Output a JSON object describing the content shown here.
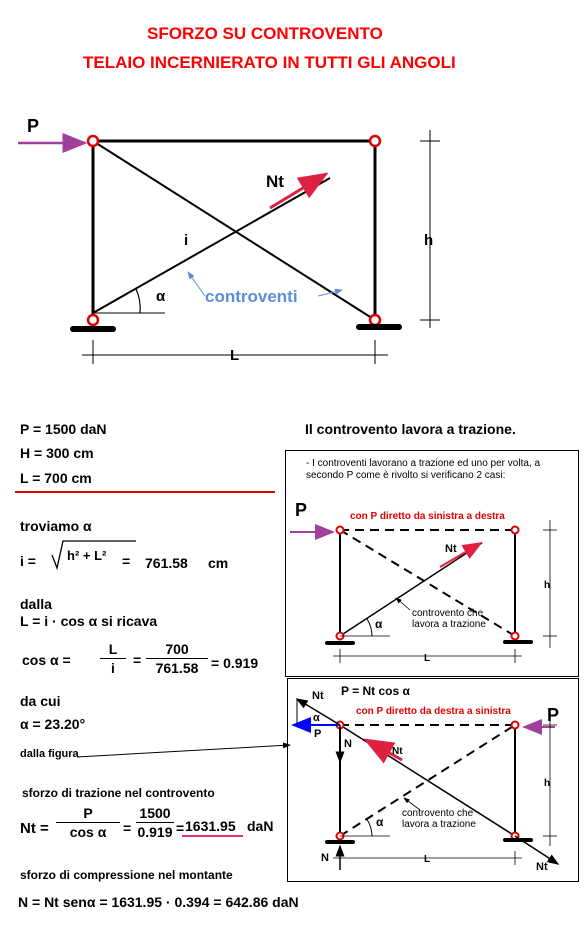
{
  "title": {
    "line1": "SFORZO SU CONTROVENTO",
    "line2": "TELAIO INCERNIERATO  IN TUTTI GLI ANGOLI"
  },
  "main_diagram": {
    "label_P": "P",
    "label_Nt": "Nt",
    "label_i": "i",
    "label_alpha": "α",
    "label_h": "h",
    "label_L": "L",
    "label_controventi": "controventi"
  },
  "data": {
    "P": "P = 1500 daN",
    "H": "H = 300 cm",
    "L": "L = 700  cm"
  },
  "calc": {
    "troviamo": "troviamo  α",
    "i_lhs": "i =",
    "i_radicand": "h² + L²",
    "i_eq": "=",
    "i_value": "761.58",
    "i_unit": "cm",
    "dalla": "dalla",
    "relation": "L = i · cos  α   si ricava",
    "cos_lhs": "cos  α  =",
    "cos_frac1_num": "L",
    "cos_frac1_den": "i",
    "cos_eq1": "=",
    "cos_frac2_num": "700",
    "cos_frac2_den": "761.58",
    "cos_result": "= 0.919",
    "da_cui": "da cui",
    "alpha_value": "α  = 23.20°",
    "dalla_figura": "dalla figura",
    "trazione_label": "sforzo di trazione  nel  controvento",
    "nt_lhs": "Nt =",
    "nt_frac1_num": "P",
    "nt_frac1_den": "cos  α",
    "nt_eq1": "=",
    "nt_frac2_num": "1500",
    "nt_frac2_den": "0.919",
    "nt_eq2": "=",
    "nt_value": "1631.95",
    "nt_unit": "daN",
    "compressione_label": "sforzo di compressione  nel montante",
    "n_formula": "N = Nt senα  = 1631.95  · 0.394  = 642.86  daN"
  },
  "right_panel": {
    "heading": "Il controvento  lavora a trazione.",
    "note": "- I controventi lavorano a trazione ed uno per volta, a secondo P come è rivolto si verificano 2 casi:",
    "case1": {
      "title": "con P diretto da sinistra a destra",
      "label_P": "P",
      "label_Nt": "Nt",
      "label_alpha": "α",
      "label_h": "h",
      "label_L": "L",
      "note": "controvento che lavora a trazione"
    },
    "case2": {
      "formula": "P = Nt cos α",
      "title": "con P diretto da destra a sinistra",
      "label_P": "P",
      "label_Nt_top": "Nt",
      "label_P_small": "P",
      "label_alpha_top": "α",
      "label_N_top": "N",
      "label_Nt_mid": "Nt",
      "label_alpha": "α",
      "label_h": "h",
      "label_L": "L",
      "label_N_bottom": "N",
      "label_Nt_bottom": "Nt",
      "note": "controvento che lavora a trazione"
    }
  },
  "colors": {
    "title": "#ff0000",
    "force_arrow": "#a0409a",
    "tension_arrow": "#e02040",
    "controventi_label": "#5a8fd8",
    "hinge": "#e00000",
    "divider": "#e00000",
    "underline": "#e0307a",
    "blue_arrow": "#0000ff"
  }
}
